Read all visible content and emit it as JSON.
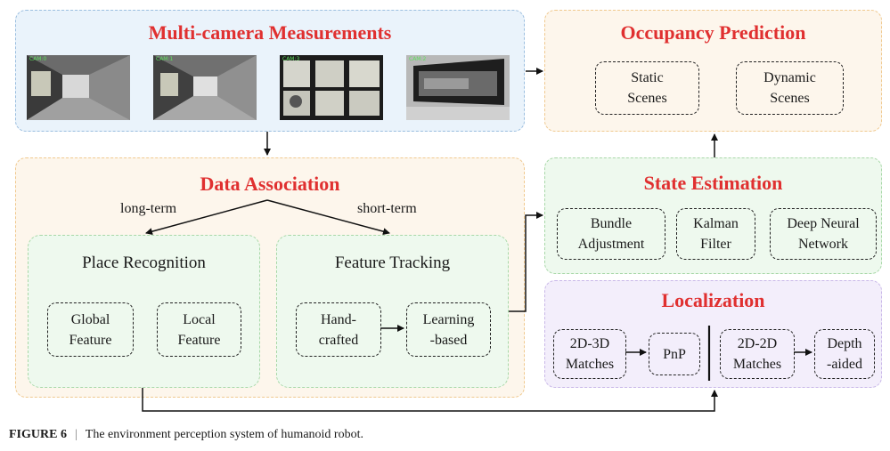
{
  "multi_camera": {
    "title": "Multi-camera Measurements",
    "cameras": [
      {
        "tag": "CAM:0"
      },
      {
        "tag": "CAM:1"
      },
      {
        "tag": "CAM:3"
      },
      {
        "tag": "CAM:2"
      }
    ]
  },
  "occupancy": {
    "title": "Occupancy Prediction",
    "boxes": [
      "Static\nScenes",
      "Dynamic\nScenes"
    ]
  },
  "data_association": {
    "title": "Data Association",
    "long_term": "long-term",
    "short_term": "short-term",
    "place_recognition": {
      "title": "Place Recognition",
      "boxes": [
        "Global\nFeature",
        "Local\nFeature"
      ]
    },
    "feature_tracking": {
      "title": "Feature Tracking",
      "boxes": [
        "Hand-\ncrafted",
        "Learning\n-based"
      ]
    }
  },
  "state_estimation": {
    "title": "State Estimation",
    "boxes": [
      "Bundle\nAdjustment",
      "Kalman\nFilter",
      "Deep Neural\nNetwork"
    ]
  },
  "localization": {
    "title": "Localization",
    "boxes": [
      "2D-3D\nMatches",
      "PnP",
      "2D-2D\nMatches",
      "Depth\n-aided"
    ]
  },
  "caption": {
    "figure": "FIGURE 6",
    "separator": "|",
    "text": "The environment perception system of humanoid robot."
  }
}
